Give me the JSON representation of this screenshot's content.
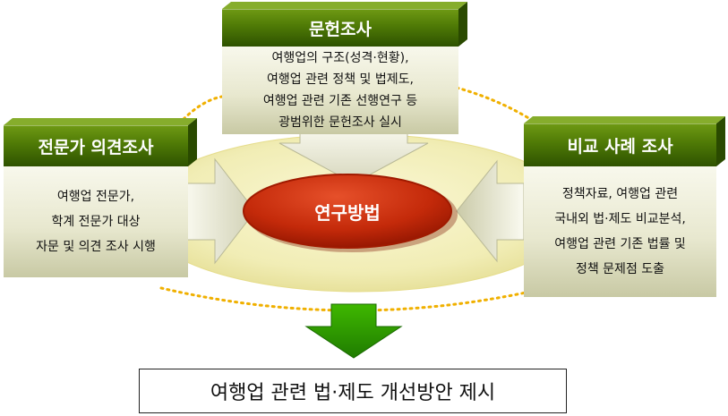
{
  "center": {
    "label": "연구방법"
  },
  "methods": {
    "literature": {
      "title": "문헌조사",
      "lines": [
        "여행업의 구조(성격·현황),",
        "여행업 관련 정책 및 법제도,",
        "여행업 관련 기존 선행연구 등",
        "광범위한 문헌조사 실시"
      ]
    },
    "expert": {
      "title": "전문가 의견조사",
      "lines": [
        "여행업 전문가,",
        "학계 전문가 대상",
        "자문 및 의견 조사 시행"
      ]
    },
    "comparative": {
      "title": "비교 사례 조사",
      "lines": [
        "정책자료, 여행업 관련",
        "국내외 법·제도 비교분석,",
        "여행업 관련 기존 법률 및",
        "정책 문제점 도출"
      ]
    }
  },
  "result": {
    "label": "여행업 관련 법·제도 개선방안 제시"
  },
  "colors": {
    "header_green": "#4f7a06",
    "ellipse_fill": "#f1edb5",
    "center_red": "#c42a0a",
    "arrow_green": "#2f9a00",
    "dotted_orange": "#f0b000"
  }
}
